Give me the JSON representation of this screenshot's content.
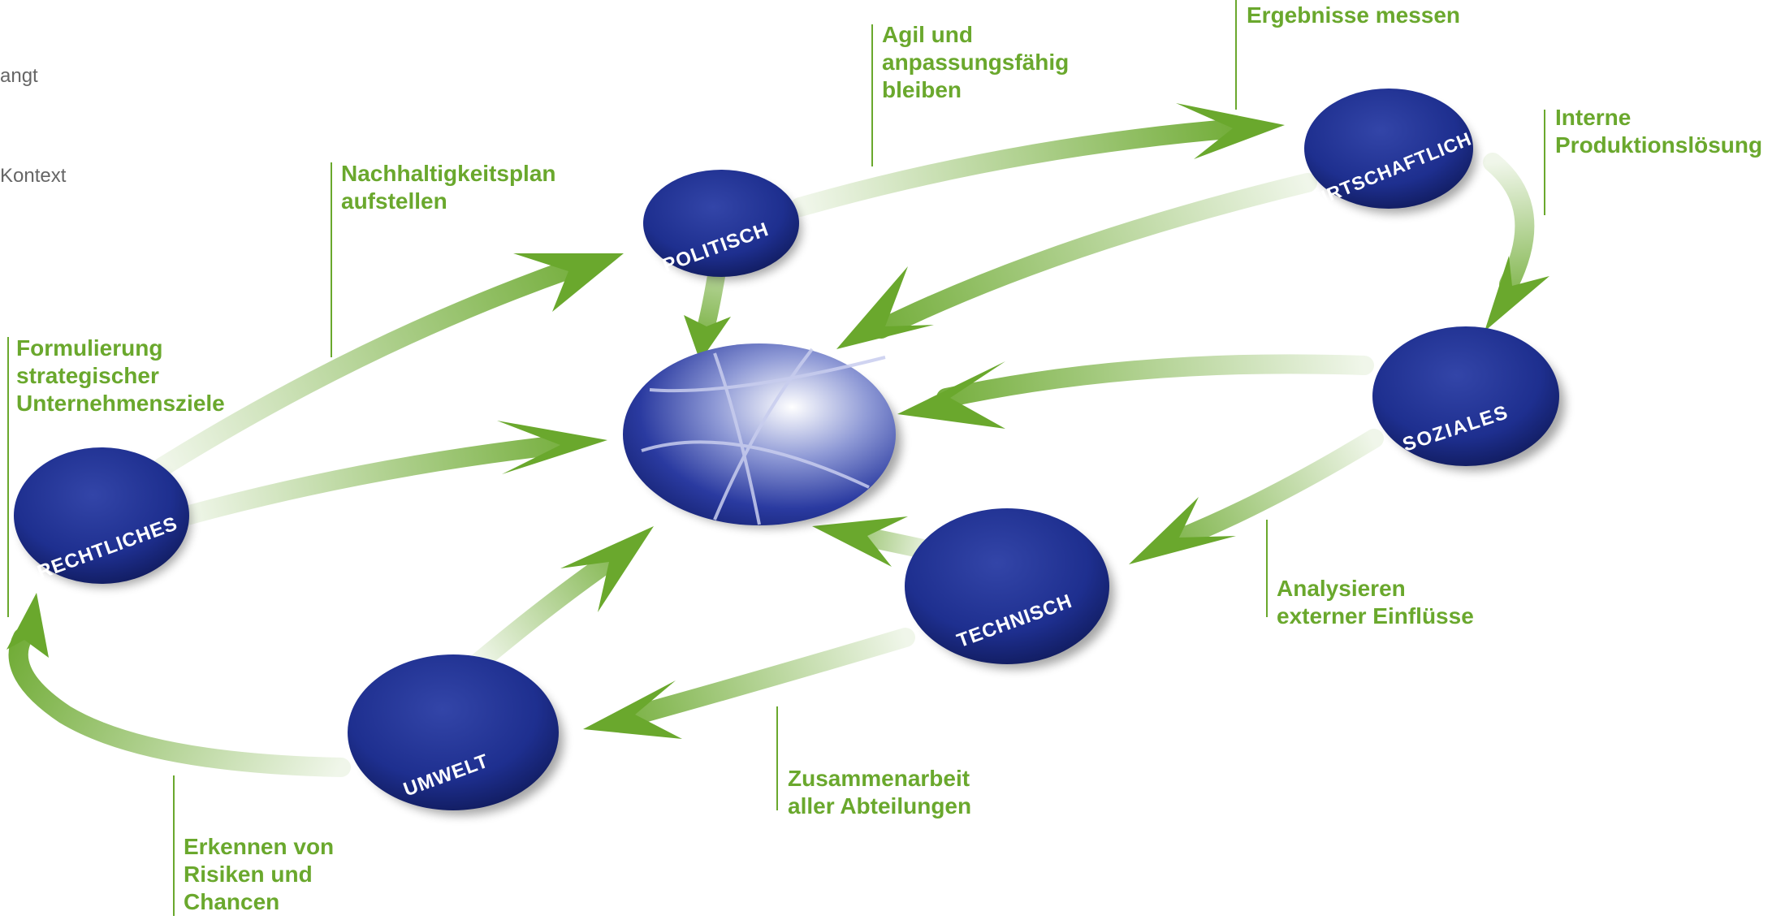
{
  "fragments": {
    "angt": "angt",
    "kontext": "Kontext"
  },
  "nodes": {
    "rechtliches": "RECHTLICHES",
    "politisch": "POLITISCH",
    "wirtschaftlich": "WIRTSCHAFTLICH",
    "soziales": "SOZIALES",
    "technisch": "TECHNISCH",
    "umwelt": "UMWELT"
  },
  "callouts": {
    "agil": [
      "Agil und",
      "anpassungsfähig",
      "bleiben"
    ],
    "ergebnisse": [
      "Ergebnisse messen"
    ],
    "nachhaltigkeit": [
      "Nachhaltigkeitsplan",
      "aufstellen"
    ],
    "interne": [
      "Interne",
      "Produktionslösung"
    ],
    "formulierung": [
      "Formulierung",
      "strategischer",
      "Unternehmensziele"
    ],
    "analysieren": [
      "Analysieren",
      "externer Einflüsse"
    ],
    "zusammenarbeit": [
      "Zusammenarbeit",
      "aller Abteilungen"
    ],
    "erkennen": [
      "Erkennen von",
      "Risiken und",
      "Chancen"
    ]
  },
  "colors": {
    "accent_green": "#6aa82d",
    "node_blue": "#1e2f8f",
    "node_dark": "#0d1650",
    "text_gray": "#666666"
  }
}
